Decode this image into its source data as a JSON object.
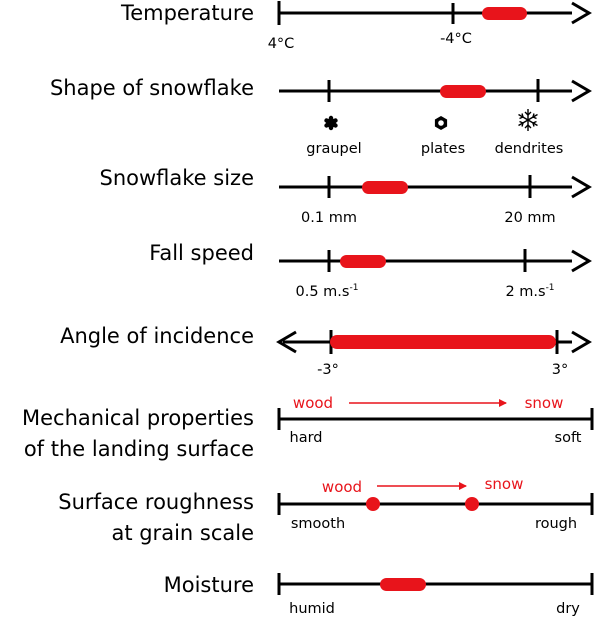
{
  "rows": [
    {
      "label": "Temperature",
      "ticks": [
        "4°C",
        "-4°C"
      ]
    },
    {
      "label": "Shape of snowflake",
      "ticks": [
        "graupel",
        "plates",
        "dendrites"
      ],
      "icons": [
        "graupel-icon",
        "plate-icon",
        "dendrite-icon"
      ]
    },
    {
      "label": "Snowflake size",
      "ticks": [
        "0.1 mm",
        "20 mm"
      ]
    },
    {
      "label": "Fall speed",
      "ticks": [
        "0.5 m.s",
        "2 m.s"
      ],
      "tick_superscript": "-1"
    },
    {
      "label": "Angle of incidence",
      "ticks": [
        "-3°",
        "3°"
      ]
    },
    {
      "label_lines": [
        "Mechanical properties",
        "of the landing surface"
      ],
      "ticks": [
        "hard",
        "soft"
      ],
      "from_label": "wood",
      "to_label": "snow"
    },
    {
      "label_lines": [
        "Surface roughness",
        "at grain scale"
      ],
      "ticks": [
        "smooth",
        "rough"
      ],
      "from_label": "wood",
      "to_label": "snow"
    },
    {
      "label": "Moisture",
      "ticks": [
        "humid",
        "dry"
      ]
    }
  ],
  "colors": {
    "axis": "#000000",
    "highlight": "#e8141b"
  }
}
